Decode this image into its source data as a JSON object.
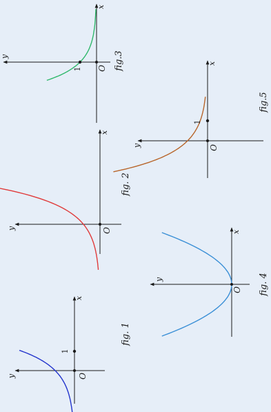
{
  "colors": {
    "background": "#e6eef8",
    "axes": "#1a1a1a",
    "fig1_curve": "#2233cc",
    "fig2_curve": "#e03a3a",
    "fig3_curve": "#2fb86b",
    "fig4_curve": "#3a8fd6",
    "fig5_curve": "#b8652a"
  },
  "axis_labels": {
    "x": "x",
    "y": "y",
    "origin": "O",
    "unit": "1"
  },
  "figures": [
    {
      "id": "fig1",
      "caption": "fig. 1"
    },
    {
      "id": "fig2",
      "caption": "fig. 2"
    },
    {
      "id": "fig3",
      "caption": "fig.3"
    },
    {
      "id": "fig4",
      "caption": "fig. 4"
    },
    {
      "id": "fig5",
      "caption": "fig.5"
    }
  ]
}
